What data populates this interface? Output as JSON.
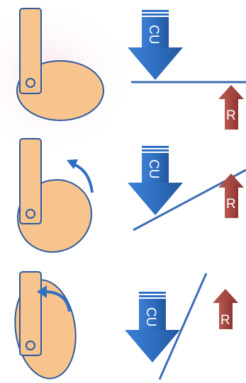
{
  "labels": {
    "down_force": "CU",
    "reaction_force": "R"
  },
  "colors": {
    "body_fill": "#F7C48E",
    "outline": "#2E5A9C",
    "down_arrow": "#2F6FC1",
    "reaction_arrow": "#9E3F3A",
    "surface_line": "#3D6DB5",
    "highlight": "#FBE9EF"
  },
  "panels": [
    {
      "id": "flat",
      "rotation_arrow": false
    },
    {
      "id": "tilted",
      "rotation_arrow": true
    },
    {
      "id": "steep",
      "rotation_arrow": true
    }
  ]
}
